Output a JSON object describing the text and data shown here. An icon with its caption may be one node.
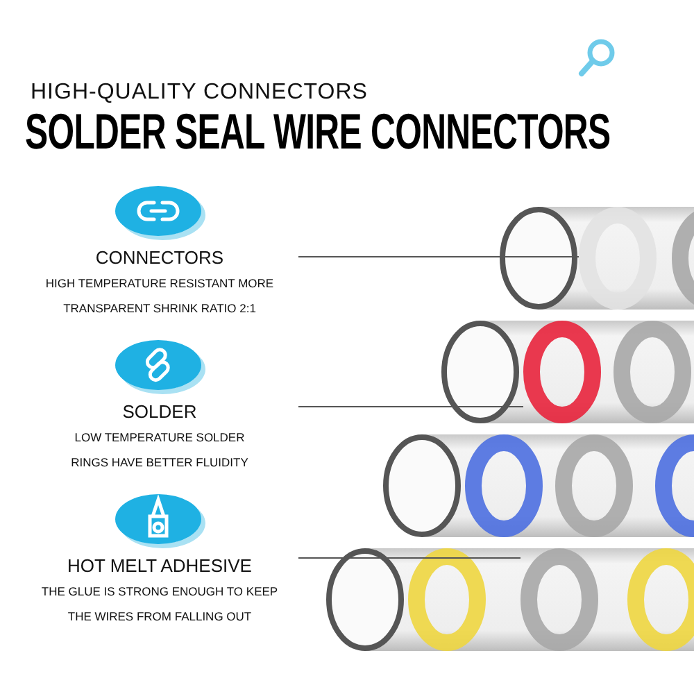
{
  "diagram": {
    "title": "SOLDER SEAL WIRE CONNECTORS",
    "nodes": [
      {
        "text": [
          "CONNECTORS",
          "HIGH TEMPERATURE RESISTANT MORE TRANSPARENT  SHRINK RATIO 2:1"
        ]
      },
      {
        "text": [
          "SOLDER",
          "LOW TEMPERATURE SOLDER RINGS HAVE BETTER FLUIDITY"
        ]
      },
      {
        "text": [
          "HOT MELT ADHESIVE",
          "THE GLUE IS STRONG ENOUGH TO KEEP THE WIRES FROM FALLING OUT"
        ]
      },
      {
        "text": [],
        "shape": "circle"
      },
      {
        "text": [],
        "shape": "circle"
      },
      {
        "text": [],
        "shape": "circle"
      }
    ],
    "edges": [
      {
        "from": 0,
        "to": 3,
        "arrow": "none"
      },
      {
        "from": 1,
        "to": 4,
        "arrow": "none"
      },
      {
        "from": 2,
        "to": 5,
        "arrow": "none"
      }
    ],
    "labels": [
      "HIGH-QUALITY CONNECTORS"
    ]
  }
}
